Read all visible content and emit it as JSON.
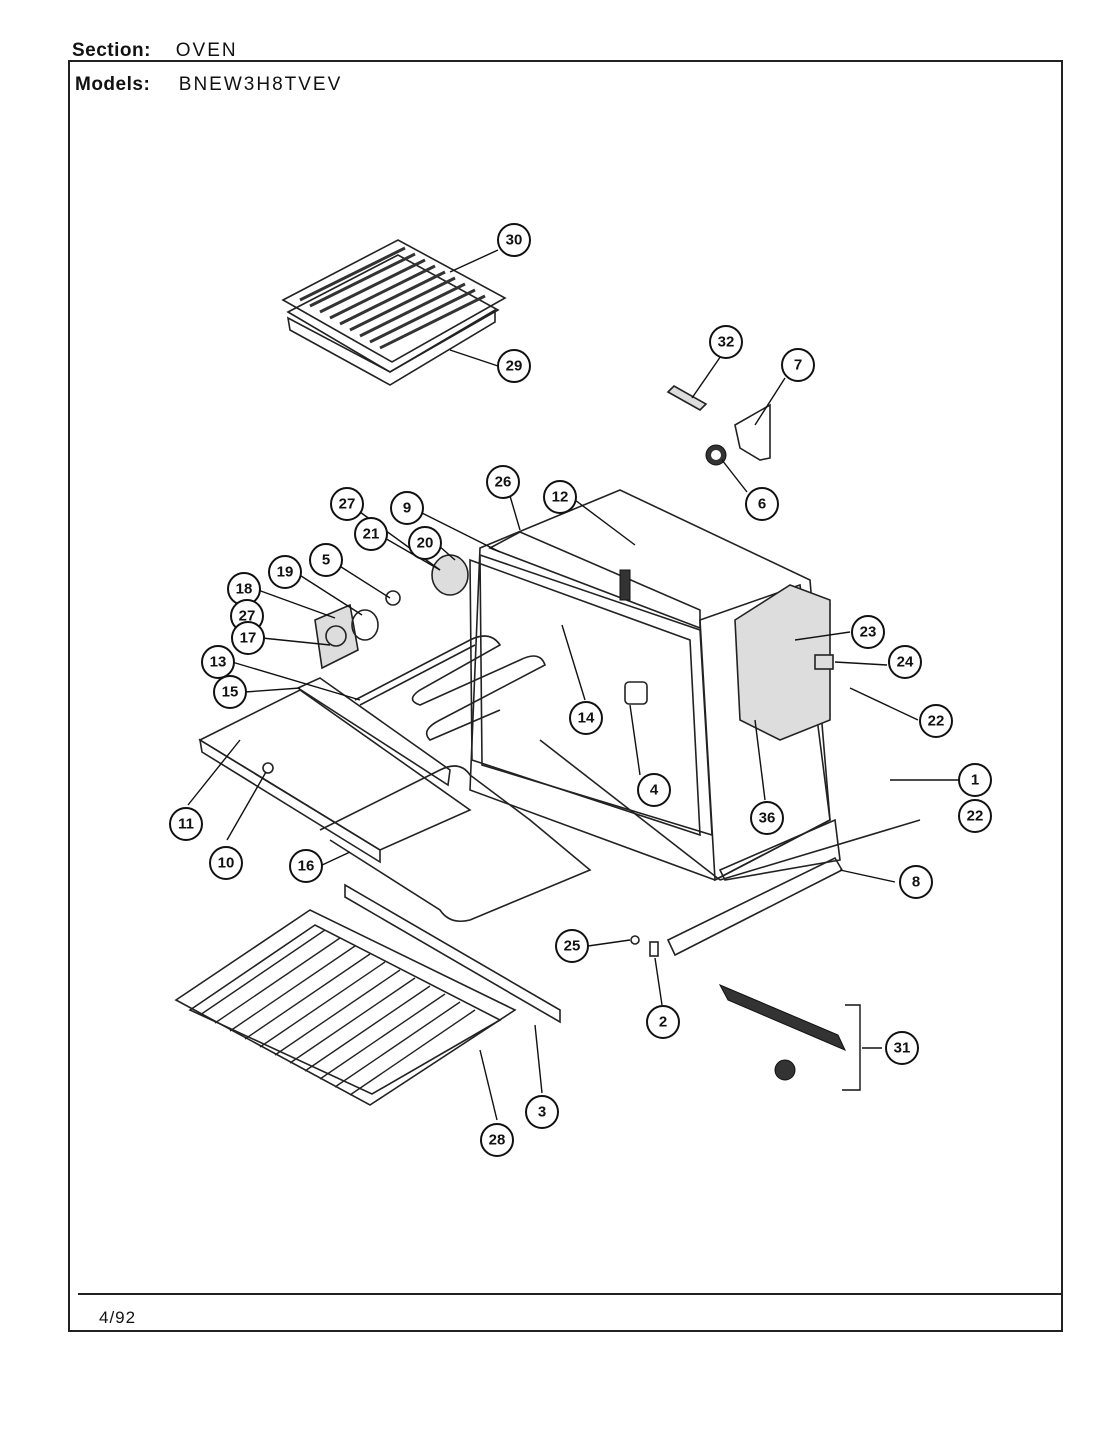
{
  "header": {
    "section_label": "Section:",
    "section_value": "OVEN",
    "models_label": "Models:",
    "models_value": "BNEW3H8TVEV"
  },
  "footer": {
    "date": "4/92"
  },
  "callouts": [
    {
      "id": "c30",
      "label": "30"
    },
    {
      "id": "c29",
      "label": "29"
    },
    {
      "id": "c32",
      "label": "32"
    },
    {
      "id": "c7",
      "label": "7"
    },
    {
      "id": "c6",
      "label": "6"
    },
    {
      "id": "c26",
      "label": "26"
    },
    {
      "id": "c12",
      "label": "12"
    },
    {
      "id": "c27a",
      "label": "27"
    },
    {
      "id": "c9",
      "label": "9"
    },
    {
      "id": "c21",
      "label": "21"
    },
    {
      "id": "c20",
      "label": "20"
    },
    {
      "id": "c5",
      "label": "5"
    },
    {
      "id": "c19",
      "label": "19"
    },
    {
      "id": "c18",
      "label": "18"
    },
    {
      "id": "c27b",
      "label": "27"
    },
    {
      "id": "c17",
      "label": "17"
    },
    {
      "id": "c13",
      "label": "13"
    },
    {
      "id": "c15",
      "label": "15"
    },
    {
      "id": "c14",
      "label": "14"
    },
    {
      "id": "c23",
      "label": "23"
    },
    {
      "id": "c24",
      "label": "24"
    },
    {
      "id": "c22a",
      "label": "22"
    },
    {
      "id": "c4",
      "label": "4"
    },
    {
      "id": "c1",
      "label": "1"
    },
    {
      "id": "c22b",
      "label": "22"
    },
    {
      "id": "c36",
      "label": "36"
    },
    {
      "id": "c11",
      "label": "11"
    },
    {
      "id": "c10",
      "label": "10"
    },
    {
      "id": "c16",
      "label": "16"
    },
    {
      "id": "c8",
      "label": "8"
    },
    {
      "id": "c25",
      "label": "25"
    },
    {
      "id": "c2",
      "label": "2"
    },
    {
      "id": "c31",
      "label": "31"
    },
    {
      "id": "c3",
      "label": "3"
    },
    {
      "id": "c28",
      "label": "28"
    }
  ]
}
